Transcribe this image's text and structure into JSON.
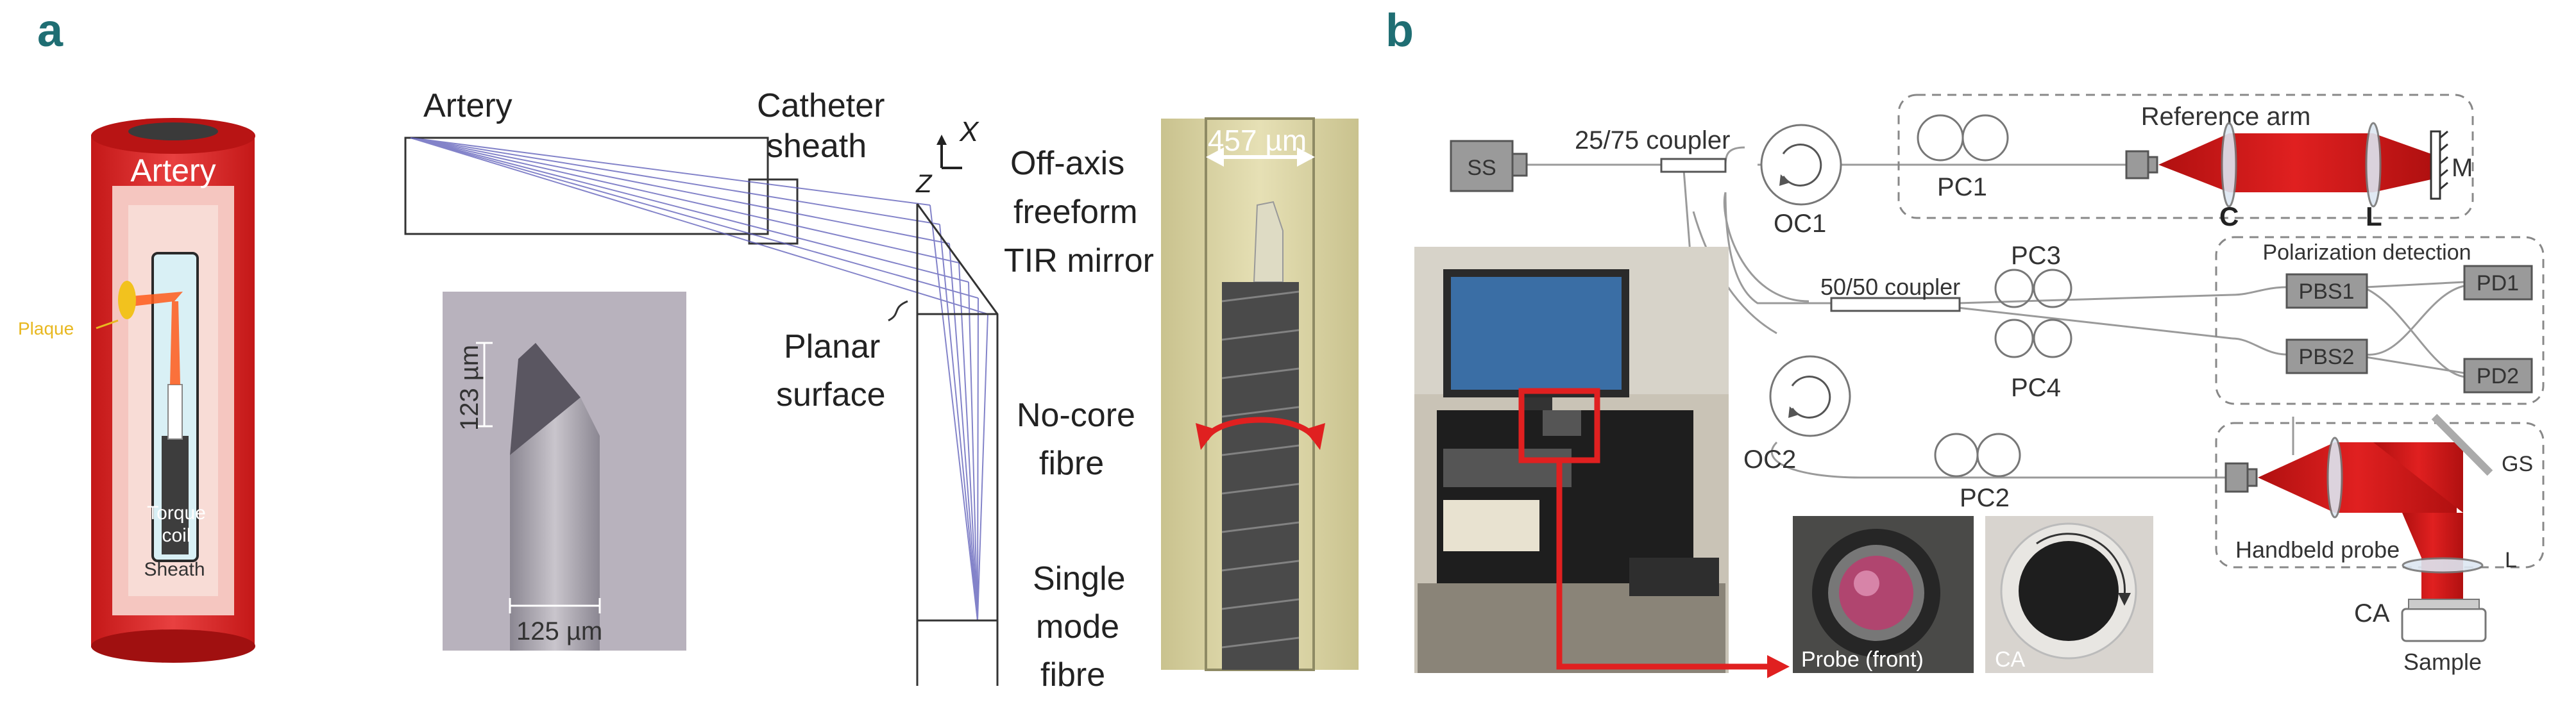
{
  "panel_a": {
    "letter": "a",
    "catheter_drawing": {
      "artery": "Artery",
      "plaque": "Plaque",
      "torque_coil_line1": "Torque",
      "torque_coil_line2": "coil",
      "sheath": "Sheath"
    },
    "micrograph_tip": {
      "height_label": "123 µm",
      "width_label": "125 µm"
    },
    "ray_diagram": {
      "artery": "Artery",
      "catheter_sheath_line1": "Catheter",
      "catheter_sheath_line2": "sheath",
      "axis_x": "X",
      "axis_z": "Z",
      "mirror_line1": "Off-axis",
      "mirror_line2": "freeform",
      "mirror_line3": "TIR mirror",
      "planar_line1": "Planar",
      "planar_line2": "surface",
      "nocore_line1": "No-core",
      "nocore_line2": "fibre",
      "smf_line1": "Single",
      "smf_line2": "mode",
      "smf_line3": "fibre"
    },
    "micrograph_probe": {
      "width_label": "457 µm"
    }
  },
  "panel_b": {
    "letter": "b",
    "source": "SS",
    "coupler_25_75": "25/75 coupler",
    "oc1": "OC1",
    "pc1": "PC1",
    "reference_arm": "Reference arm",
    "ref_lens_c": "C",
    "ref_lens_l": "L",
    "mirror": "M",
    "coupler_50_50": "50/50 coupler",
    "pc3": "PC3",
    "pc4": "PC4",
    "polarization_detection": "Polarization detection",
    "pbs1": "PBS1",
    "pbs2": "PBS2",
    "pd1": "PD1",
    "pd2": "PD2",
    "oc2": "OC2",
    "pc2": "PC2",
    "galvo": "GS",
    "handheld_probe": "Handbeld probe",
    "probe_lens": "L",
    "ca_label": "CA",
    "sample": "Sample",
    "photo_probe_front": "Probe (front)",
    "photo_ca": "CA"
  },
  "colors": {
    "panel_letter": "#1f6e73",
    "beam_red": "#c41a1a",
    "ray_blue": "#5a5ab8",
    "plaque_yellow": "#e8b820",
    "box_grey": "#9a9a9a"
  }
}
